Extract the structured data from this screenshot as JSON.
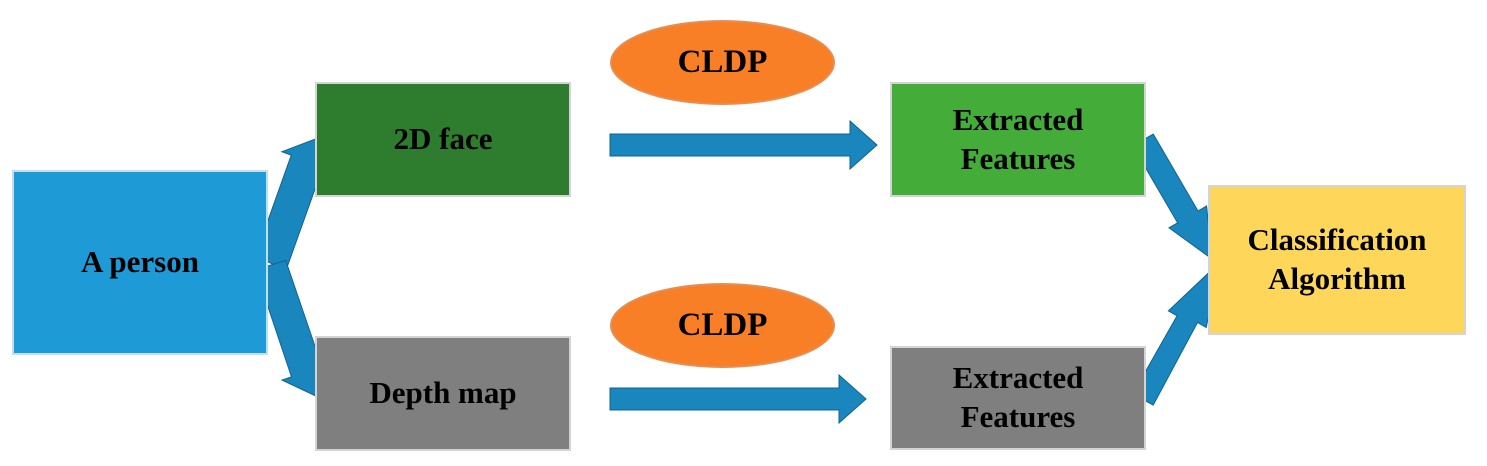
{
  "nodes": {
    "person": "A person",
    "face_2d": "2D face",
    "depth_map": "Depth map",
    "extracted_top": [
      "Extracted",
      "Features"
    ],
    "extracted_bottom": [
      "Extracted",
      "Features"
    ],
    "classification": [
      "Classification",
      "Algorithm"
    ]
  },
  "operators": {
    "top": "CLDP",
    "bottom": "CLDP"
  },
  "colors": {
    "person": "#1e9ad6",
    "face_2d": "#2e7d2e",
    "depth_map": "#7f7f7f",
    "extracted_top": "#44ad3a",
    "extracted_bottom": "#7f7f7f",
    "classification": "#fdd65a",
    "operator": "#f97f27",
    "arrow": "#1a86be"
  }
}
